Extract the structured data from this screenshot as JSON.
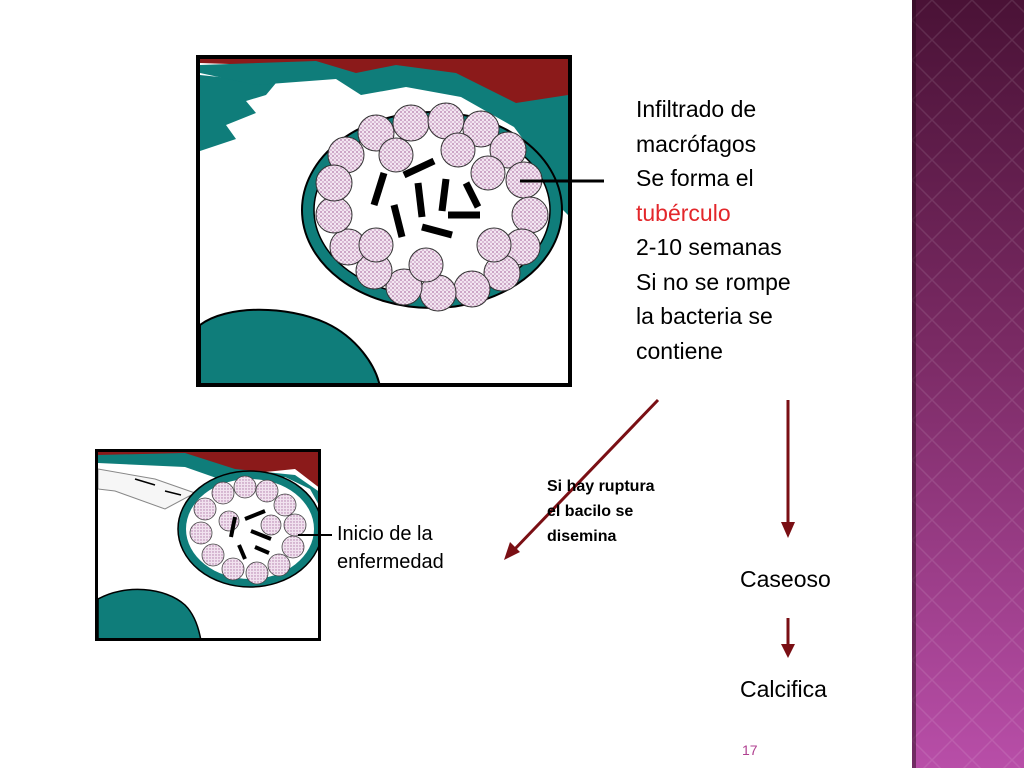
{
  "slide": {
    "main_text": {
      "line1": "Infiltrado de",
      "line2": "macrófagos",
      "line3": "Se forma el",
      "line4_red": "tubérculo",
      "line5": "2-10 semanas",
      "line6": "Si no se rompe",
      "line7": "la bacteria se",
      "line8": "contiene"
    },
    "small_label": {
      "line1": "Inicio de la",
      "line2": "enfermedad"
    },
    "rupture_note": {
      "line1": "Si hay ruptura",
      "line2": "el bacilo se",
      "line3": "disemina"
    },
    "stage1": "Caseoso",
    "stage2": "Calcifica",
    "page_number": "17"
  },
  "colors": {
    "accent_red": "#e3262a",
    "arrow": "#7a0f14",
    "teal": "#0f7d7a",
    "dark_red": "#8b1a1a",
    "side_panel_dark": "#4a1236",
    "side_panel_light": "#b84ea8",
    "page_number": "#b04090"
  },
  "icons": [
    "tubercle-granuloma-illustration",
    "early-infection-illustration",
    "down-arrow-icon",
    "diagonal-arrow-icon"
  ]
}
